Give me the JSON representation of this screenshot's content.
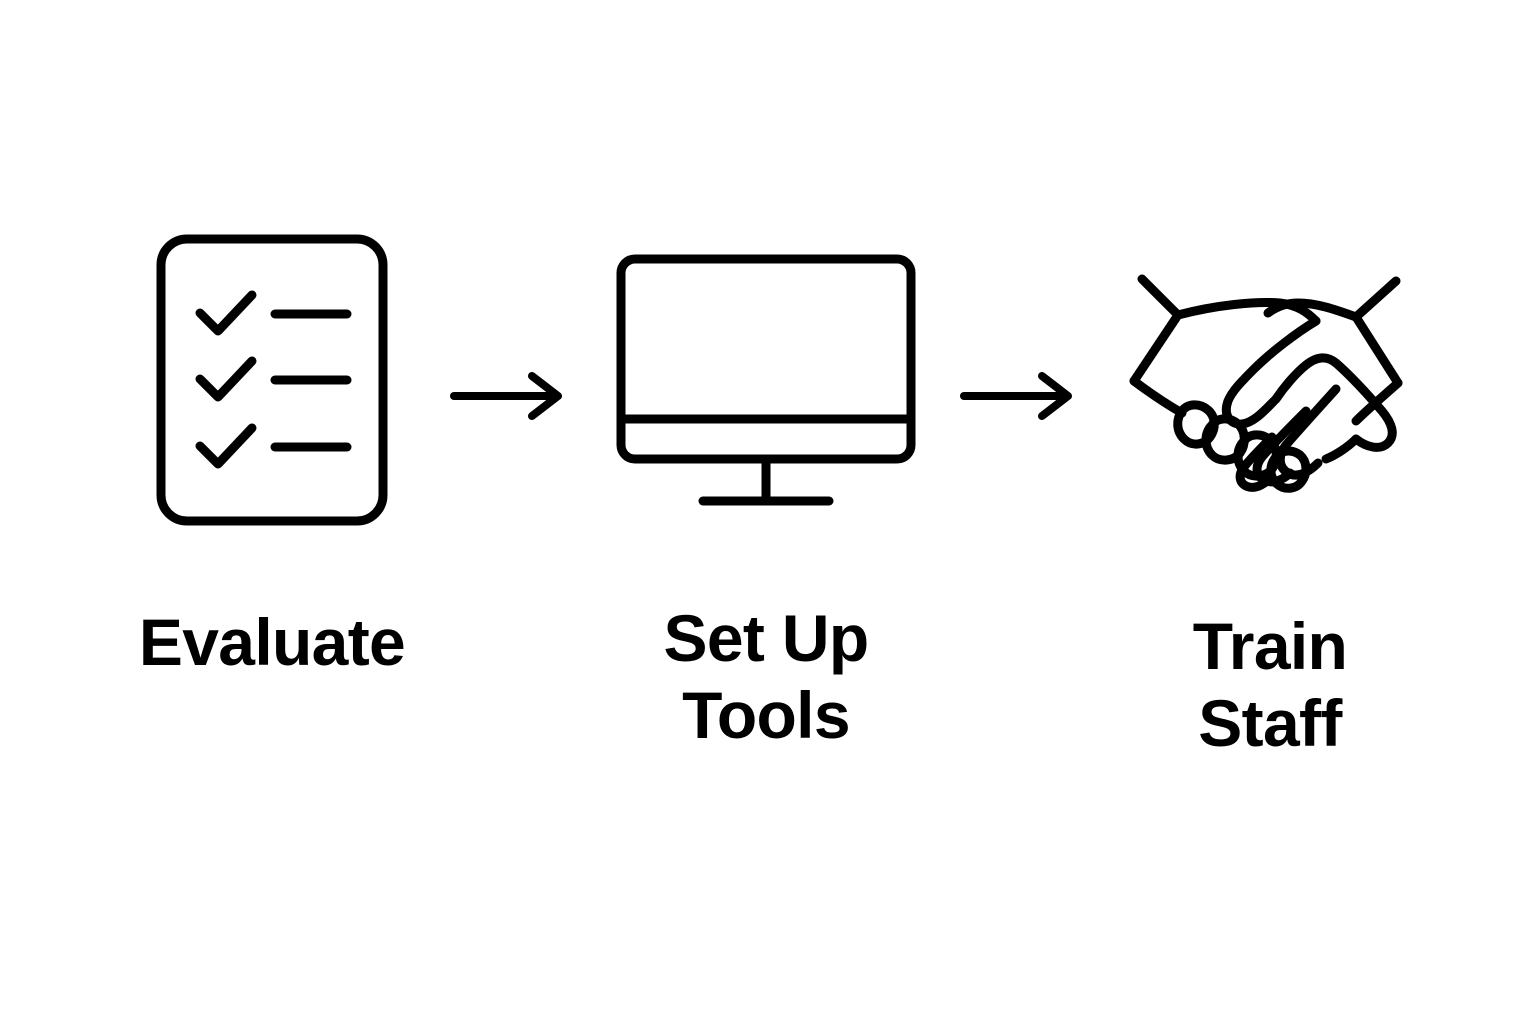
{
  "diagram": {
    "type": "process-flow",
    "orientation": "horizontal",
    "background_color": "#ffffff",
    "stroke_color": "#000000",
    "text_color": "#000000",
    "step_count": 3,
    "connector_count": 2
  },
  "steps": [
    {
      "index": 1,
      "id": "evaluate",
      "label": "Evaluate",
      "icon": "checklist-icon",
      "icon_description": "rounded rectangle document with three checkmarks and three horizontal lines",
      "checklist_rows": 3
    },
    {
      "index": 2,
      "id": "set-up-tools",
      "label": "Set Up\nTools",
      "label_line_1": "Set Up",
      "label_line_2": "Tools",
      "icon": "monitor-icon",
      "icon_description": "desktop computer monitor with stand and base"
    },
    {
      "index": 3,
      "id": "train-staff",
      "label": "Train\nStaff",
      "label_line_1": "Train",
      "label_line_2": "Staff",
      "icon": "handshake-icon",
      "icon_description": "two hands clasped in a handshake"
    }
  ],
  "connectors": [
    {
      "id": "arrow-1",
      "icon": "arrow-right-icon",
      "from": "evaluate",
      "to": "set-up-tools"
    },
    {
      "id": "arrow-2",
      "icon": "arrow-right-icon",
      "from": "set-up-tools",
      "to": "train-staff"
    }
  ]
}
